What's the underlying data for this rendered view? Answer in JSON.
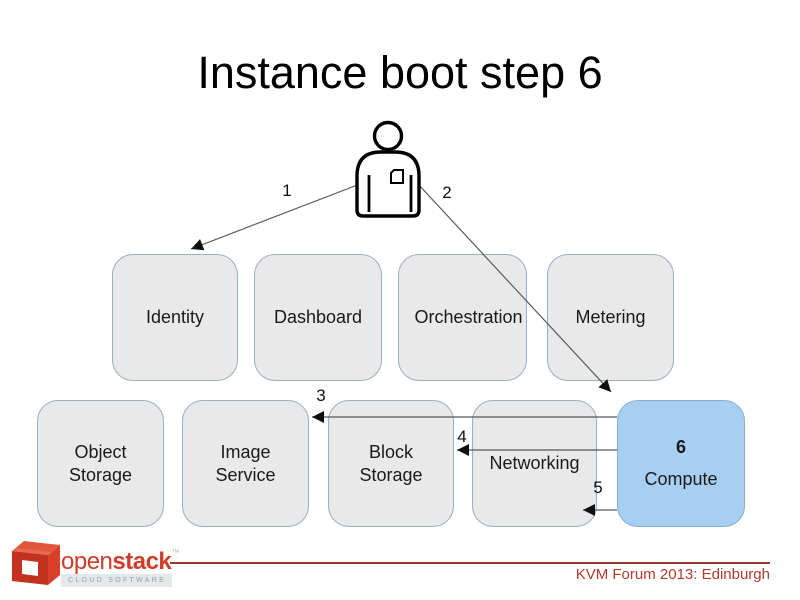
{
  "title": "Instance boot step 6",
  "actor": {
    "name": "user"
  },
  "services": {
    "top_row": [
      {
        "label": "Identity"
      },
      {
        "label": "Dashboard"
      },
      {
        "label": "Orchestration"
      },
      {
        "label": "Metering"
      }
    ],
    "bottom_row": [
      {
        "label": "Object Storage"
      },
      {
        "label": "Image Service"
      },
      {
        "label": "Block Storage"
      },
      {
        "label": "Networking"
      }
    ],
    "compute": {
      "step_number": "6",
      "label": "Compute",
      "highlighted": true
    }
  },
  "arrows": [
    {
      "label": "1",
      "from": "user",
      "to": "Identity"
    },
    {
      "label": "2",
      "from": "user",
      "to": "Compute"
    },
    {
      "label": "3",
      "from": "Compute",
      "to": "Image Service"
    },
    {
      "label": "4",
      "from": "Compute",
      "to": "Block Storage"
    },
    {
      "label": "5",
      "from": "Compute",
      "to": "Networking"
    }
  ],
  "footer": {
    "logo_text_open": "open",
    "logo_text_stack": "stack",
    "logo_trademark": "™",
    "logo_subtitle": "CLOUD SOFTWARE",
    "event_text": "KVM Forum 2013: Edinburgh"
  },
  "colors": {
    "box_fill": "#e9e9ea",
    "box_border": "#9aaec6",
    "compute_fill": "#a6cff2",
    "compute_border": "#88aecf",
    "arrow": "#595959",
    "accent_red": "#cf3c2a",
    "footer_text": "#b23b2c",
    "footer_line": "#963a31",
    "logo_subtitle_bg": "#e5e8e8",
    "logo_subtitle_text": "#96a0a4"
  }
}
